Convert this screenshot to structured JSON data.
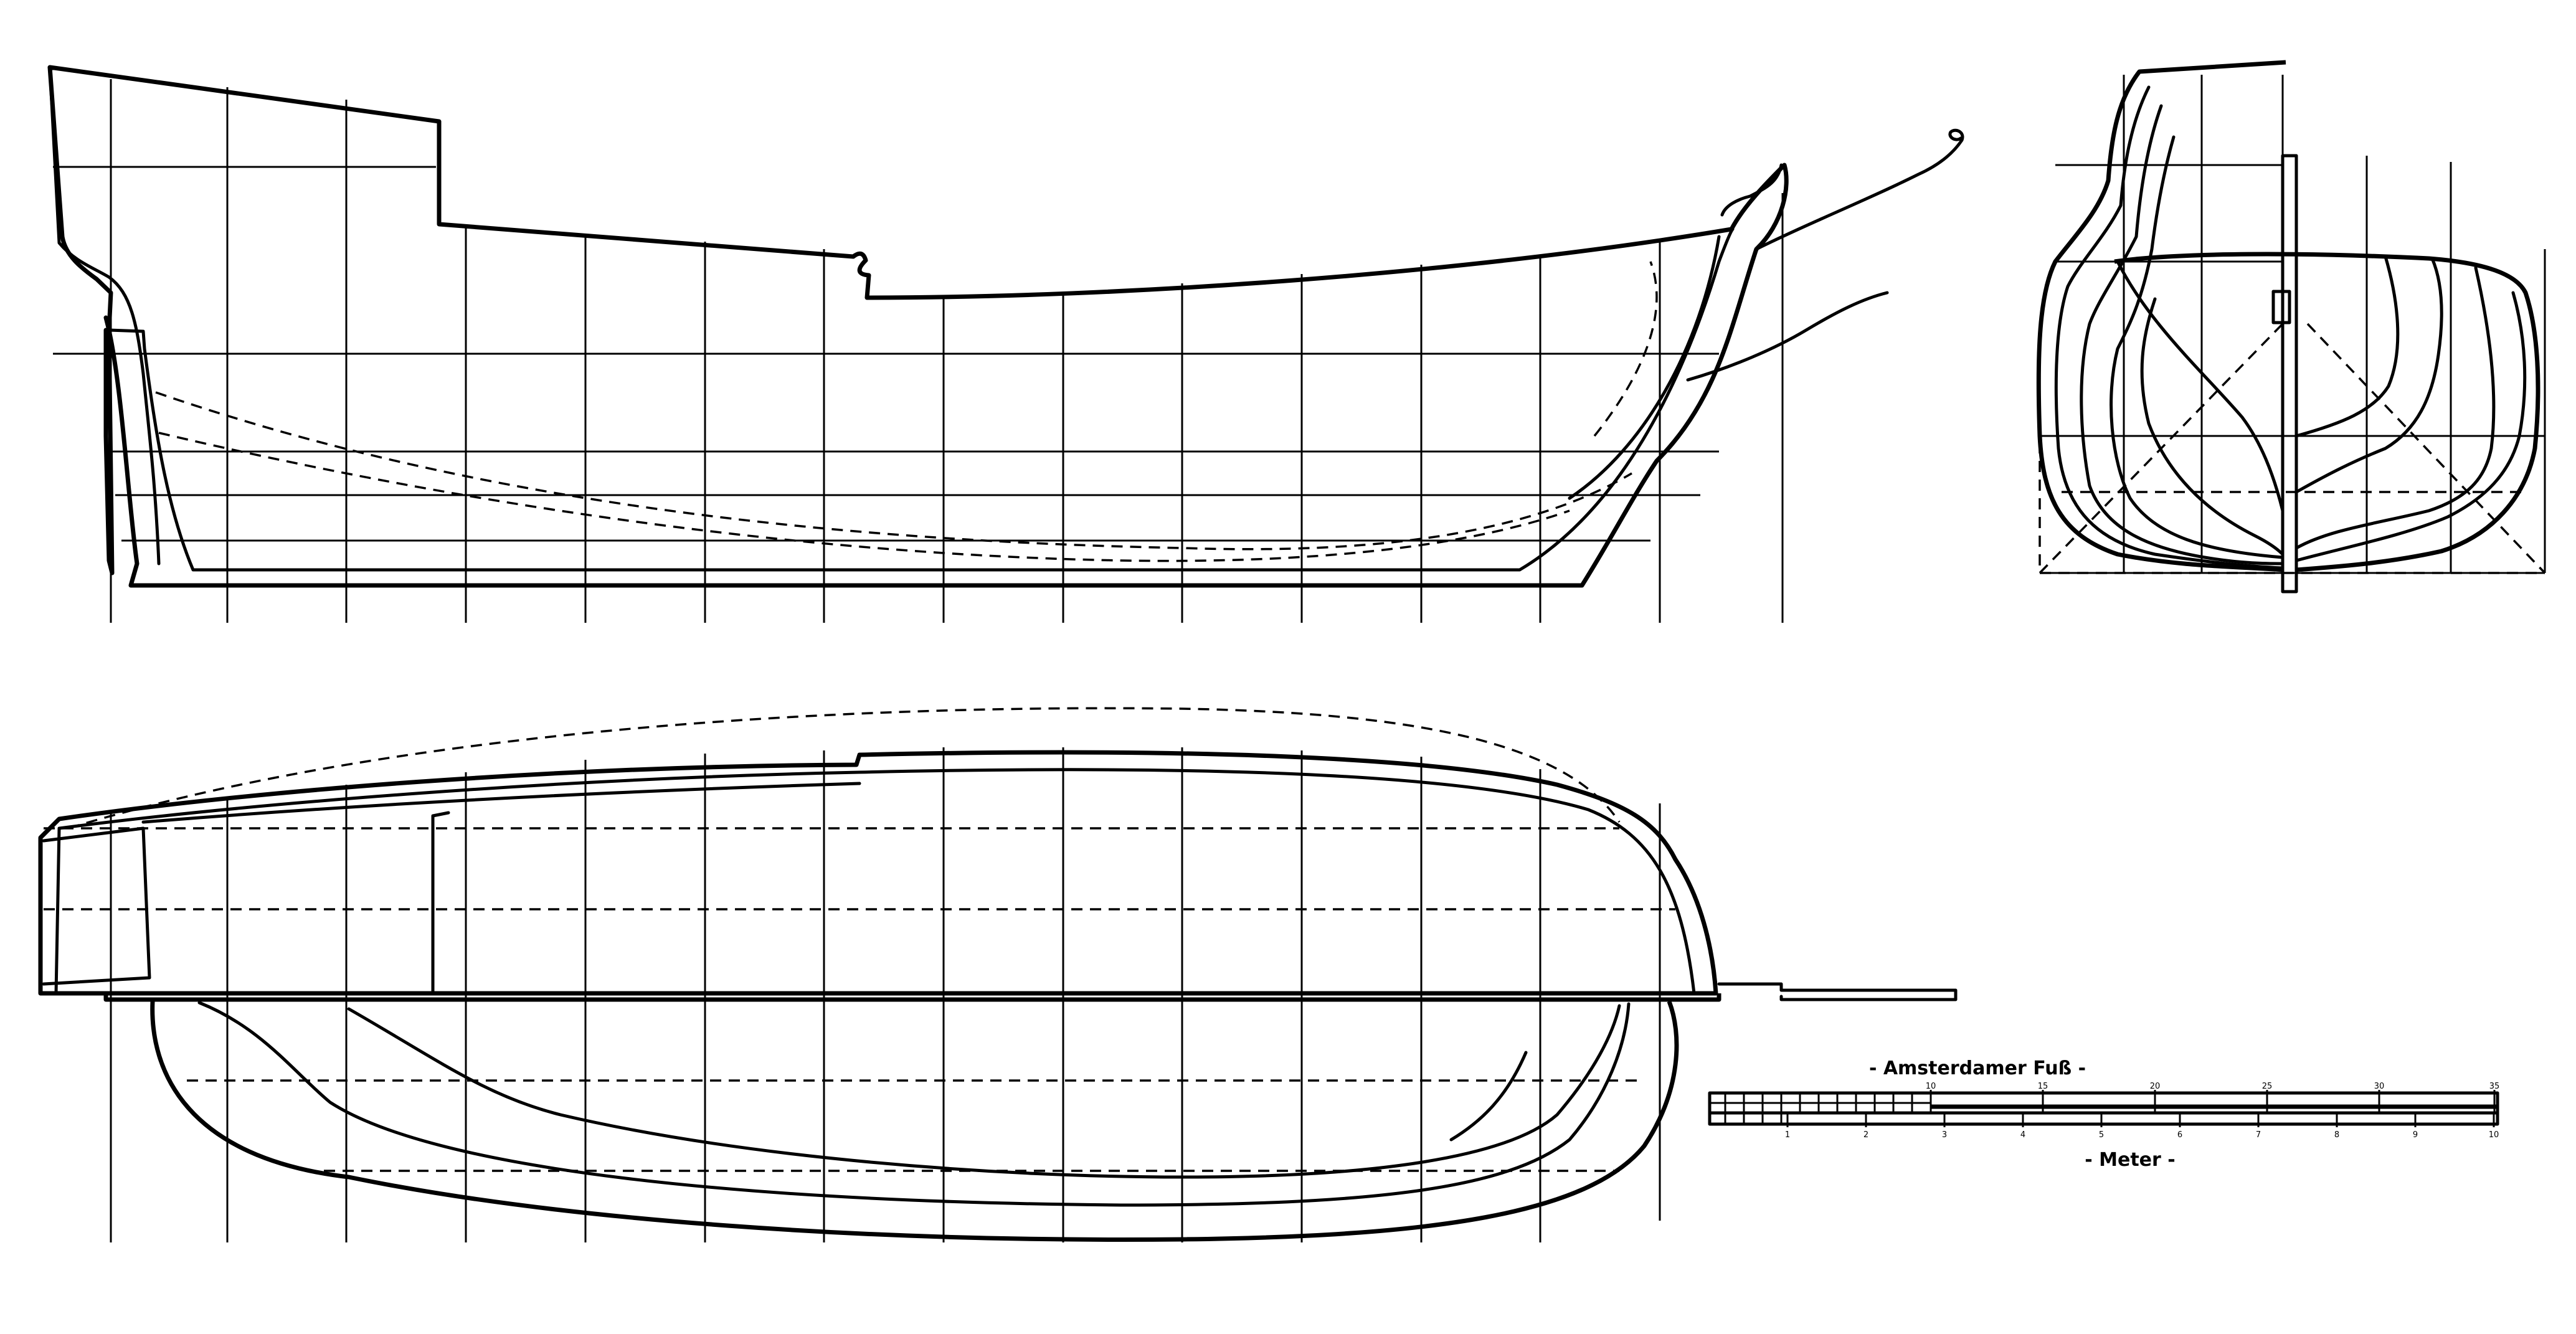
{
  "scale_bar": {
    "upper_label": "- Amsterdamer Fuß -",
    "lower_label": "- Meter -",
    "foot_ticks": [
      "10",
      "15",
      "20",
      "25",
      "30",
      "35"
    ],
    "meter_ticks": [
      "1",
      "2",
      "3",
      "4",
      "5",
      "6",
      "7",
      "8",
      "9",
      "10"
    ]
  }
}
